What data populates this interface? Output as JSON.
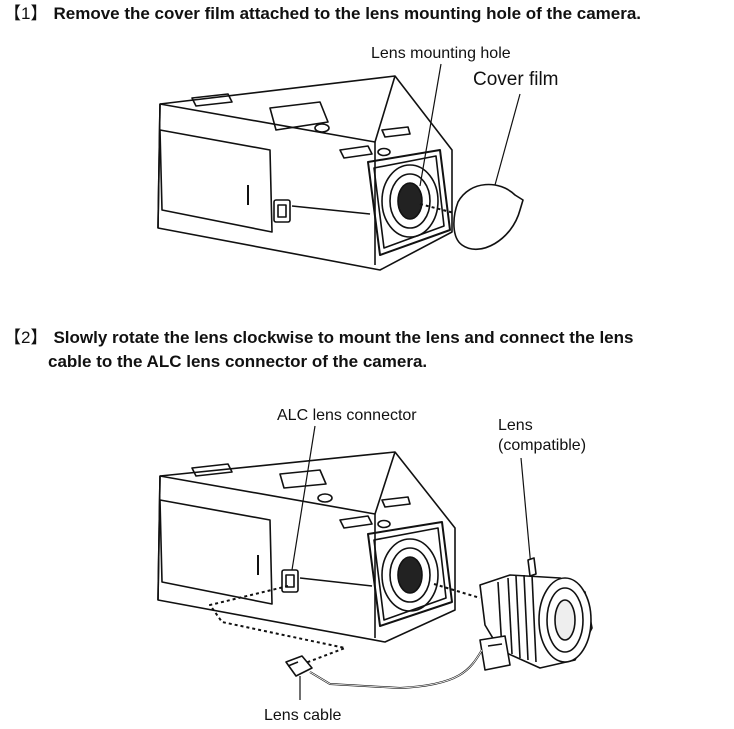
{
  "step1": {
    "number": "【1】",
    "text": "Remove the cover film attached to the lens mounting hole of the camera."
  },
  "step2": {
    "number": "【2】",
    "text_line1": "Slowly rotate the lens clockwise to mount the lens and connect the lens",
    "text_line2": "cable to the ALC lens connector of the camera."
  },
  "figure1": {
    "lens_mounting_hole_label": "Lens mounting hole",
    "cover_film_label": "Cover film"
  },
  "figure2": {
    "alc_connector_label": "ALC lens connector",
    "lens_label_line1": "Lens",
    "lens_label_line2": "(compatible)",
    "lens_cable_label": "Lens cable"
  }
}
